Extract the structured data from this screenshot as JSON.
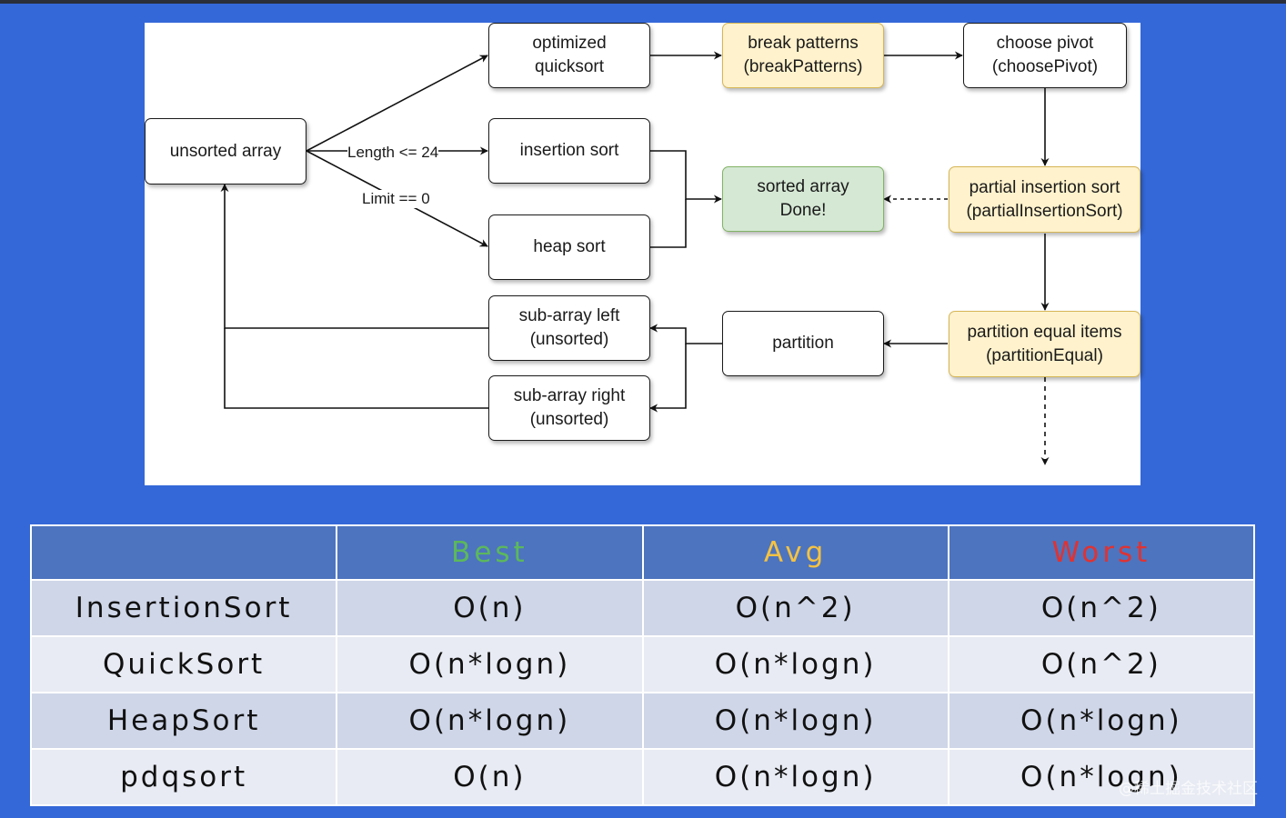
{
  "diagram": {
    "nodes": [
      {
        "id": "unsorted",
        "lines": [
          "unsorted array"
        ],
        "style": "plain"
      },
      {
        "id": "optquick",
        "lines": [
          "optimized",
          "quicksort"
        ],
        "style": "plain"
      },
      {
        "id": "insertion",
        "lines": [
          "insertion sort"
        ],
        "style": "plain"
      },
      {
        "id": "heap",
        "lines": [
          "heap sort"
        ],
        "style": "plain"
      },
      {
        "id": "subleft",
        "lines": [
          "sub-array left",
          "(unsorted)"
        ],
        "style": "plain"
      },
      {
        "id": "subright",
        "lines": [
          "sub-array right",
          "(unsorted)"
        ],
        "style": "plain"
      },
      {
        "id": "breakpat",
        "lines": [
          "break patterns",
          "(breakPatterns)"
        ],
        "style": "yellow"
      },
      {
        "id": "sorted",
        "lines": [
          "sorted array",
          "Done!"
        ],
        "style": "green"
      },
      {
        "id": "partition",
        "lines": [
          "partition"
        ],
        "style": "plain"
      },
      {
        "id": "pivot",
        "lines": [
          "choose pivot",
          "(choosePivot)"
        ],
        "style": "plain"
      },
      {
        "id": "partins",
        "lines": [
          "partial insertion sort",
          "(partialInsertionSort)"
        ],
        "style": "yellow"
      },
      {
        "id": "parteq",
        "lines": [
          "partition equal items",
          "(partitionEqual)"
        ],
        "style": "yellow"
      }
    ],
    "edge_labels": {
      "length": "Length <= 24",
      "limit": "Limit == 0"
    }
  },
  "table": {
    "headers": [
      {
        "label": "",
        "color": "#ffffff"
      },
      {
        "label": "Best",
        "color": "#5cb85c"
      },
      {
        "label": "Avg",
        "color": "#f5c242"
      },
      {
        "label": "Worst",
        "color": "#e03232"
      }
    ],
    "rows": [
      [
        "InsertionSort",
        "O(n)",
        "O(n^2)",
        "O(n^2)"
      ],
      [
        "QuickSort",
        "O(n*logn)",
        "O(n*logn)",
        "O(n^2)"
      ],
      [
        "HeapSort",
        "O(n*logn)",
        "O(n*logn)",
        "O(n*logn)"
      ],
      [
        "pdqsort",
        "O(n)",
        "O(n*logn)",
        "O(n*logn)"
      ]
    ]
  },
  "watermark": "@稀土掘金技术社区"
}
